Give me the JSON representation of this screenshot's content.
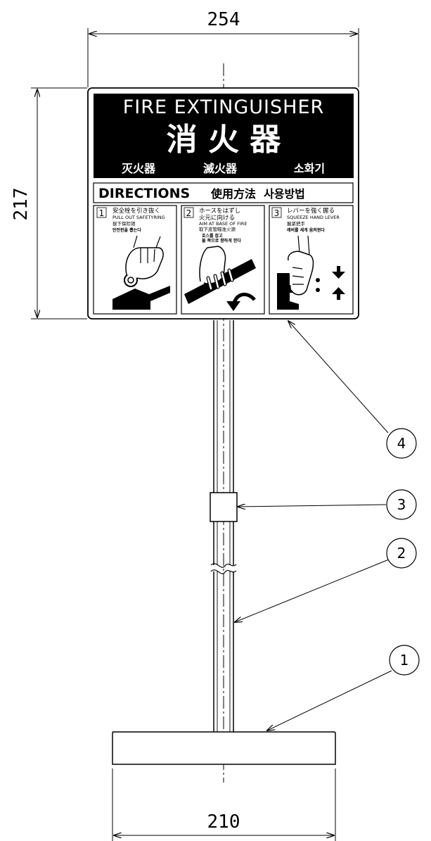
{
  "dimensions": {
    "sign_width": "254",
    "sign_height": "217",
    "base_width": "210"
  },
  "sign": {
    "title": "FIRE EXTINGUISHER",
    "big_label": "消 火 器",
    "sub_labels": [
      "灭火器",
      "滅火器",
      "소화기"
    ],
    "directions_label": "DIRECTIONS",
    "directions_ja": "使用方法",
    "directions_ko": "사용방법",
    "steps": [
      {
        "num": "1",
        "ja": "安全栓を引き抜く",
        "en": "PULL OUT SAFETYRING",
        "zh": "拔下保险销",
        "ko": "안전핀을 뽑는다"
      },
      {
        "num": "2",
        "ja": "ホースをはずし",
        "ja2": "火元に向ける",
        "en": "AIM AT BASE OF FIRE",
        "zh": "取下皮管瞄准火源",
        "ko": "호스를 잡고",
        "ko2": "불 쪽으로 향하게 한다"
      },
      {
        "num": "3",
        "ja": "レバーを強く握る",
        "en": "SQUEEZE HAND LEVER",
        "zh": "握紧把手",
        "ko": "레버를 세게 움켜쥔다"
      }
    ]
  },
  "callouts": [
    "1",
    "2",
    "3",
    "4"
  ],
  "icons": [
    "hand-pulling-pin-icon",
    "hand-holding-hose-icon",
    "curved-arrow-icon",
    "hand-squeezing-lever-icon",
    "arrow-down-icon",
    "arrow-up-icon"
  ]
}
